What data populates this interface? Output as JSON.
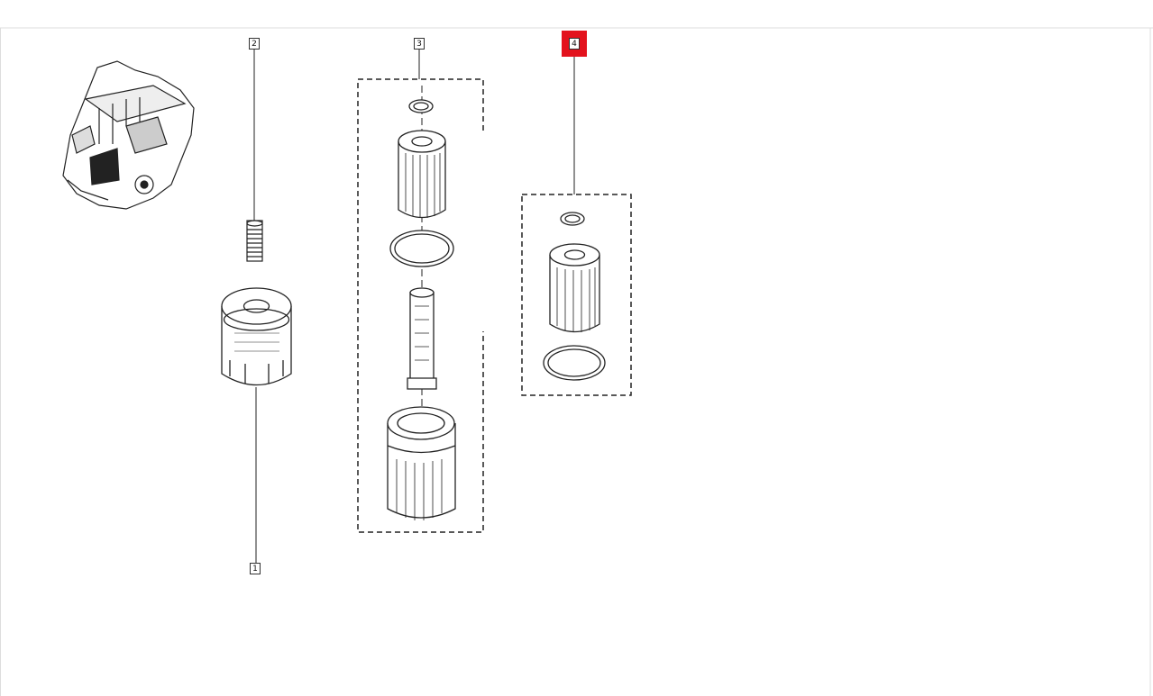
{
  "diagram": {
    "callouts": [
      {
        "id": "c1",
        "label": "1"
      },
      {
        "id": "c2",
        "label": "2"
      },
      {
        "id": "c3",
        "label": "3"
      },
      {
        "id": "c4",
        "label": "4",
        "selected": true
      }
    ],
    "highlight_color": "#e3121d",
    "line_color": "#222222"
  }
}
